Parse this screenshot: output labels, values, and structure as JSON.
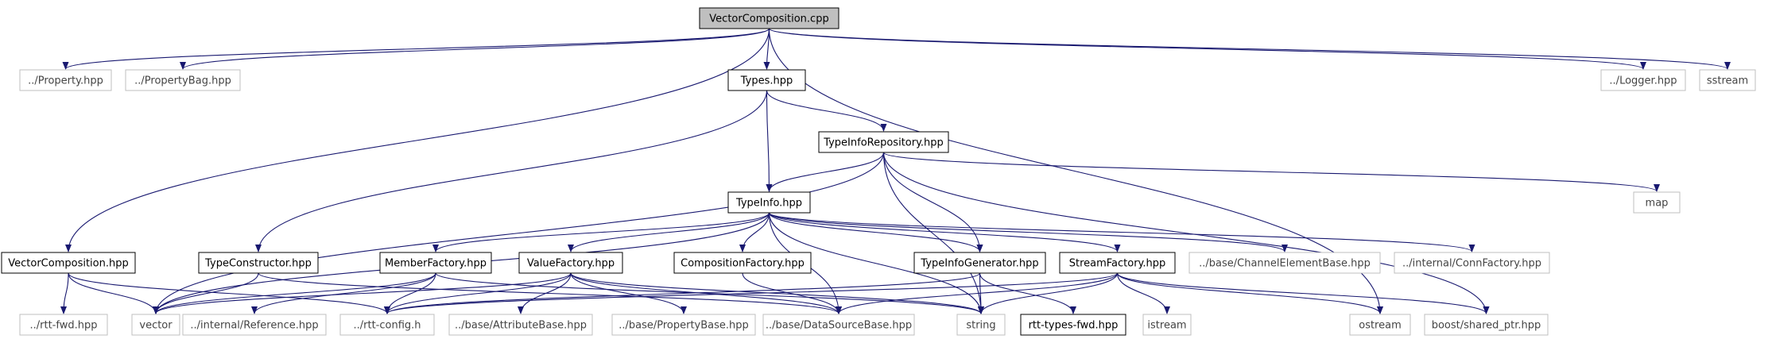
{
  "diagram": {
    "nodes": [
      {
        "id": "vc_cpp",
        "label": "VectorComposition.cpp",
        "style": "root"
      },
      {
        "id": "property",
        "label": "../Property.hpp",
        "style": "external"
      },
      {
        "id": "propertybag",
        "label": "../PropertyBag.hpp",
        "style": "external"
      },
      {
        "id": "types",
        "label": "Types.hpp",
        "style": "internal"
      },
      {
        "id": "logger",
        "label": "../Logger.hpp",
        "style": "external"
      },
      {
        "id": "sstream",
        "label": "sstream",
        "style": "external"
      },
      {
        "id": "typeinforepo",
        "label": "TypeInfoRepository.hpp",
        "style": "internal"
      },
      {
        "id": "map",
        "label": "map",
        "style": "external"
      },
      {
        "id": "typeinfo",
        "label": "TypeInfo.hpp",
        "style": "internal"
      },
      {
        "id": "vc_hpp",
        "label": "VectorComposition.hpp",
        "style": "internal"
      },
      {
        "id": "typeconstructor",
        "label": "TypeConstructor.hpp",
        "style": "internal"
      },
      {
        "id": "memberfactory",
        "label": "MemberFactory.hpp",
        "style": "internal"
      },
      {
        "id": "valuefactory",
        "label": "ValueFactory.hpp",
        "style": "internal"
      },
      {
        "id": "compositionfactory",
        "label": "CompositionFactory.hpp",
        "style": "internal"
      },
      {
        "id": "typeinfogen",
        "label": "TypeInfoGenerator.hpp",
        "style": "internal"
      },
      {
        "id": "streamfactory",
        "label": "StreamFactory.hpp",
        "style": "internal"
      },
      {
        "id": "channelelementbase",
        "label": "../base/ChannelElementBase.hpp",
        "style": "external"
      },
      {
        "id": "connfactory",
        "label": "../internal/ConnFactory.hpp",
        "style": "external"
      },
      {
        "id": "rttfwd",
        "label": "../rtt-fwd.hpp",
        "style": "external"
      },
      {
        "id": "vector",
        "label": "vector",
        "style": "external"
      },
      {
        "id": "reference",
        "label": "../internal/Reference.hpp",
        "style": "external"
      },
      {
        "id": "rttconfig",
        "label": "../rtt-config.h",
        "style": "external"
      },
      {
        "id": "attributebase",
        "label": "../base/AttributeBase.hpp",
        "style": "external"
      },
      {
        "id": "propertybase",
        "label": "../base/PropertyBase.hpp",
        "style": "external"
      },
      {
        "id": "datasourcebase",
        "label": "../base/DataSourceBase.hpp",
        "style": "external"
      },
      {
        "id": "string",
        "label": "string",
        "style": "external"
      },
      {
        "id": "rtttypesfwd",
        "label": "rtt-types-fwd.hpp",
        "style": "internal"
      },
      {
        "id": "istream",
        "label": "istream",
        "style": "external"
      },
      {
        "id": "ostream",
        "label": "ostream",
        "style": "external"
      },
      {
        "id": "sharedptr",
        "label": "boost/shared_ptr.hpp",
        "style": "external"
      }
    ],
    "edges": [
      [
        "vc_cpp",
        "property"
      ],
      [
        "vc_cpp",
        "propertybag"
      ],
      [
        "vc_cpp",
        "types"
      ],
      [
        "vc_cpp",
        "logger"
      ],
      [
        "vc_cpp",
        "sstream"
      ],
      [
        "vc_cpp",
        "vc_hpp"
      ],
      [
        "vc_cpp",
        "ostream"
      ],
      [
        "types",
        "typeinforepo"
      ],
      [
        "types",
        "typeinfo"
      ],
      [
        "types",
        "typeconstructor"
      ],
      [
        "typeinforepo",
        "typeinfo"
      ],
      [
        "typeinforepo",
        "map"
      ],
      [
        "typeinforepo",
        "typeinfogen"
      ],
      [
        "typeinforepo",
        "string"
      ],
      [
        "typeinforepo",
        "vector"
      ],
      [
        "typeinforepo",
        "sharedptr"
      ],
      [
        "typeinfo",
        "vector"
      ],
      [
        "typeinfo",
        "memberfactory"
      ],
      [
        "typeinfo",
        "valuefactory"
      ],
      [
        "typeinfo",
        "compositionfactory"
      ],
      [
        "typeinfo",
        "typeinfogen"
      ],
      [
        "typeinfo",
        "streamfactory"
      ],
      [
        "typeinfo",
        "channelelementbase"
      ],
      [
        "typeinfo",
        "connfactory"
      ],
      [
        "typeinfo",
        "string"
      ],
      [
        "typeinfo",
        "datasourcebase"
      ],
      [
        "vc_hpp",
        "rttfwd"
      ],
      [
        "vc_hpp",
        "vector"
      ],
      [
        "vc_hpp",
        "rttconfig"
      ],
      [
        "typeconstructor",
        "vector"
      ],
      [
        "typeconstructor",
        "datasourcebase"
      ],
      [
        "memberfactory",
        "vector"
      ],
      [
        "memberfactory",
        "reference"
      ],
      [
        "memberfactory",
        "rttconfig"
      ],
      [
        "memberfactory",
        "string"
      ],
      [
        "valuefactory",
        "vector"
      ],
      [
        "valuefactory",
        "rttconfig"
      ],
      [
        "valuefactory",
        "attributebase"
      ],
      [
        "valuefactory",
        "propertybase"
      ],
      [
        "valuefactory",
        "datasourcebase"
      ],
      [
        "valuefactory",
        "string"
      ],
      [
        "compositionfactory",
        "datasourcebase"
      ],
      [
        "typeinfogen",
        "rttconfig"
      ],
      [
        "typeinfogen",
        "string"
      ],
      [
        "typeinfogen",
        "rtttypesfwd"
      ],
      [
        "streamfactory",
        "rttconfig"
      ],
      [
        "streamfactory",
        "datasourcebase"
      ],
      [
        "streamfactory",
        "string"
      ],
      [
        "streamfactory",
        "istream"
      ],
      [
        "streamfactory",
        "ostream"
      ],
      [
        "streamfactory",
        "sharedptr"
      ]
    ]
  },
  "colors": {
    "edge": "#191970",
    "root_fill": "#bfbfbf",
    "internal_border": "#000000",
    "external_border": "#bfbfbf"
  }
}
